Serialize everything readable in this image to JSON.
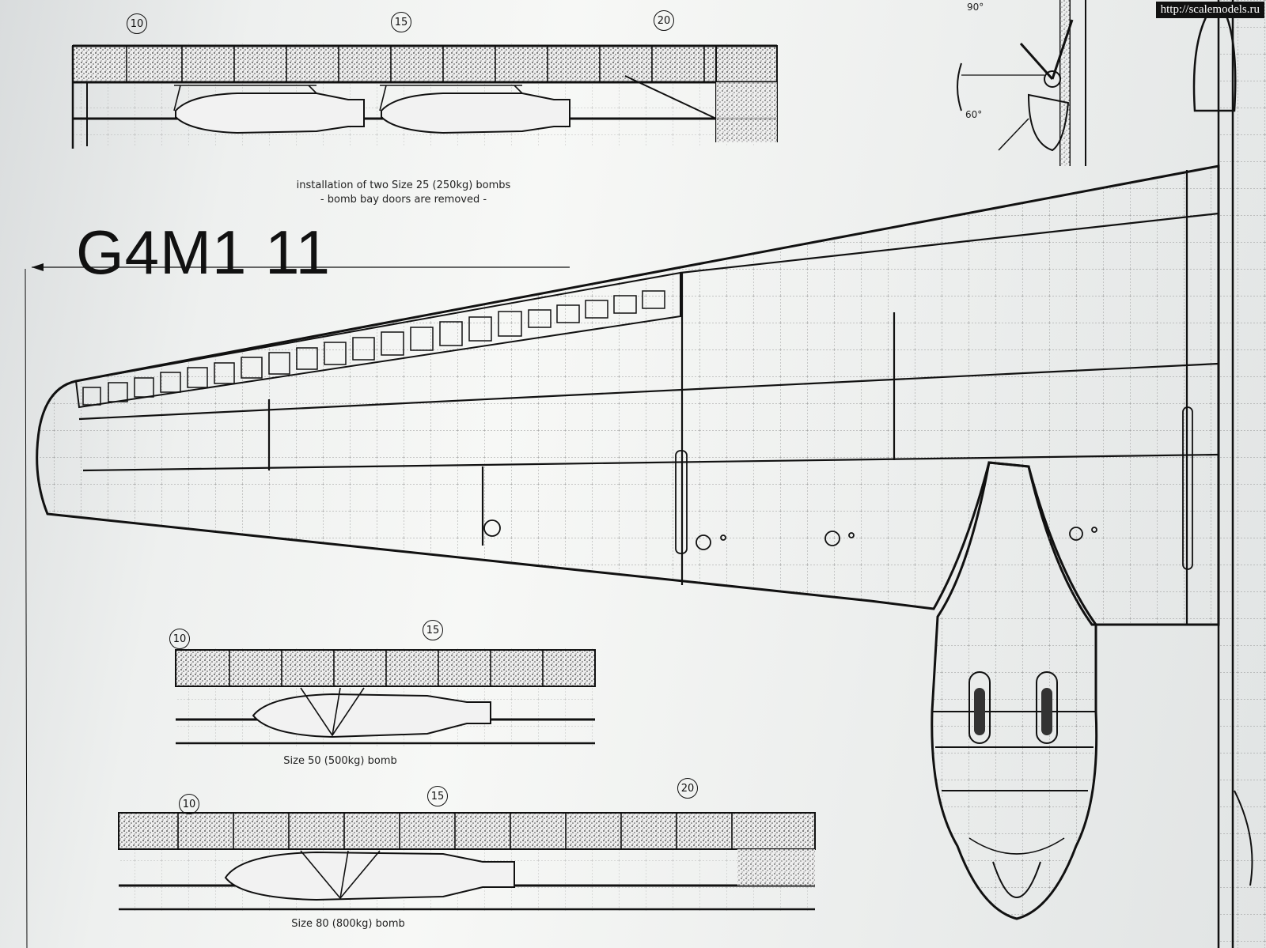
{
  "watermark": "http://scalemodels.ru",
  "title": "G4M1 11",
  "captions": {
    "two_bombs_line1": "installation of two Size 25 (250kg) bombs",
    "two_bombs_line2": "- bomb bay doors are removed -",
    "size50": "Size 50 (500kg) bomb",
    "size80": "Size 80 (800kg) bomb"
  },
  "angles": {
    "a90": "90°",
    "a60": "60°"
  },
  "stations": {
    "top": [
      "10",
      "15",
      "20"
    ],
    "middle": [
      "10",
      "15"
    ],
    "bottom": [
      "10",
      "15",
      "20"
    ]
  }
}
